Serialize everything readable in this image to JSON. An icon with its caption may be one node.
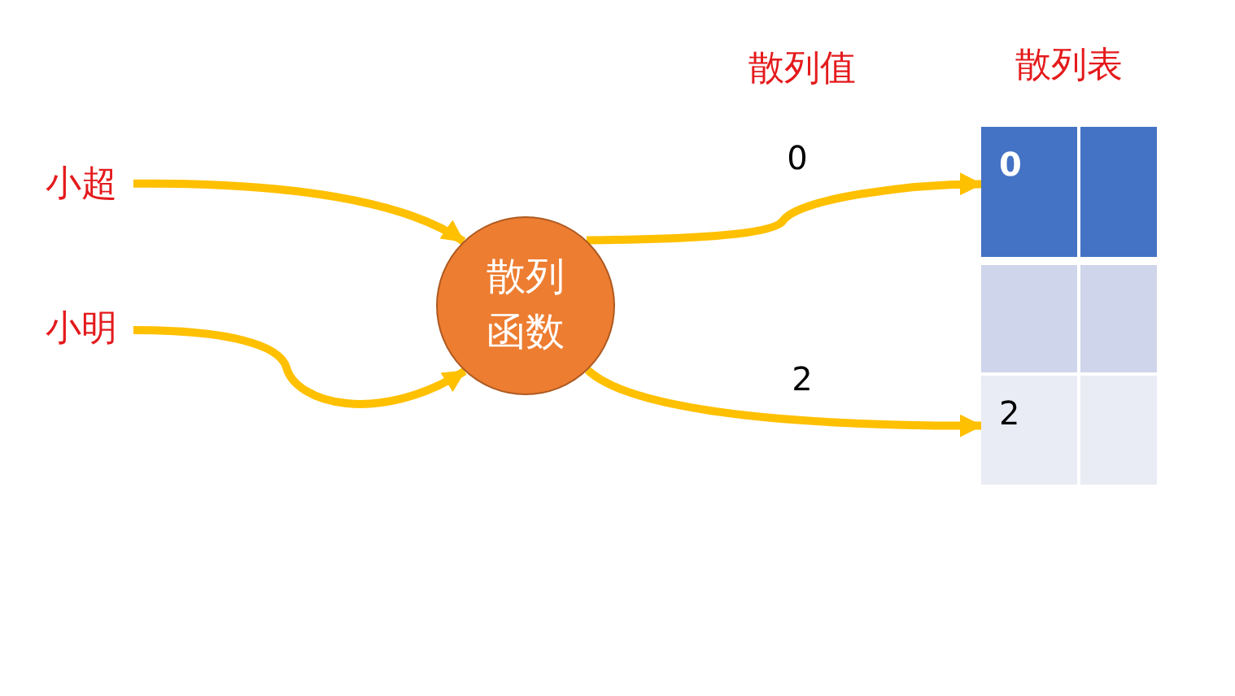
{
  "diagram": {
    "nodes": [
      {
        "text": [
          "小超"
        ]
      },
      {
        "text": [
          "小明"
        ]
      },
      {
        "text": [
          "散列函数"
        ]
      },
      {
        "text": [
          "散列表"
        ]
      },
      {
        "text": [
          "0"
        ],
        "in": 3
      },
      {
        "text": [],
        "shape": "box",
        "in": 3
      },
      {
        "text": [],
        "shape": "box",
        "in": 3
      },
      {
        "text": [],
        "shape": "box",
        "in": 3
      },
      {
        "text": [
          "2"
        ],
        "in": 3
      },
      {
        "text": [],
        "shape": "box",
        "in": 3
      }
    ],
    "edges": [
      {
        "from": 0,
        "to": 2,
        "arrow": "to"
      },
      {
        "from": 1,
        "to": 2,
        "arrow": "to"
      },
      {
        "from": 2,
        "to": 4,
        "arrow": "to",
        "label": "0"
      },
      {
        "from": 2,
        "to": 8,
        "arrow": "to",
        "label": "2"
      }
    ],
    "labels": [
      "散列值"
    ]
  }
}
